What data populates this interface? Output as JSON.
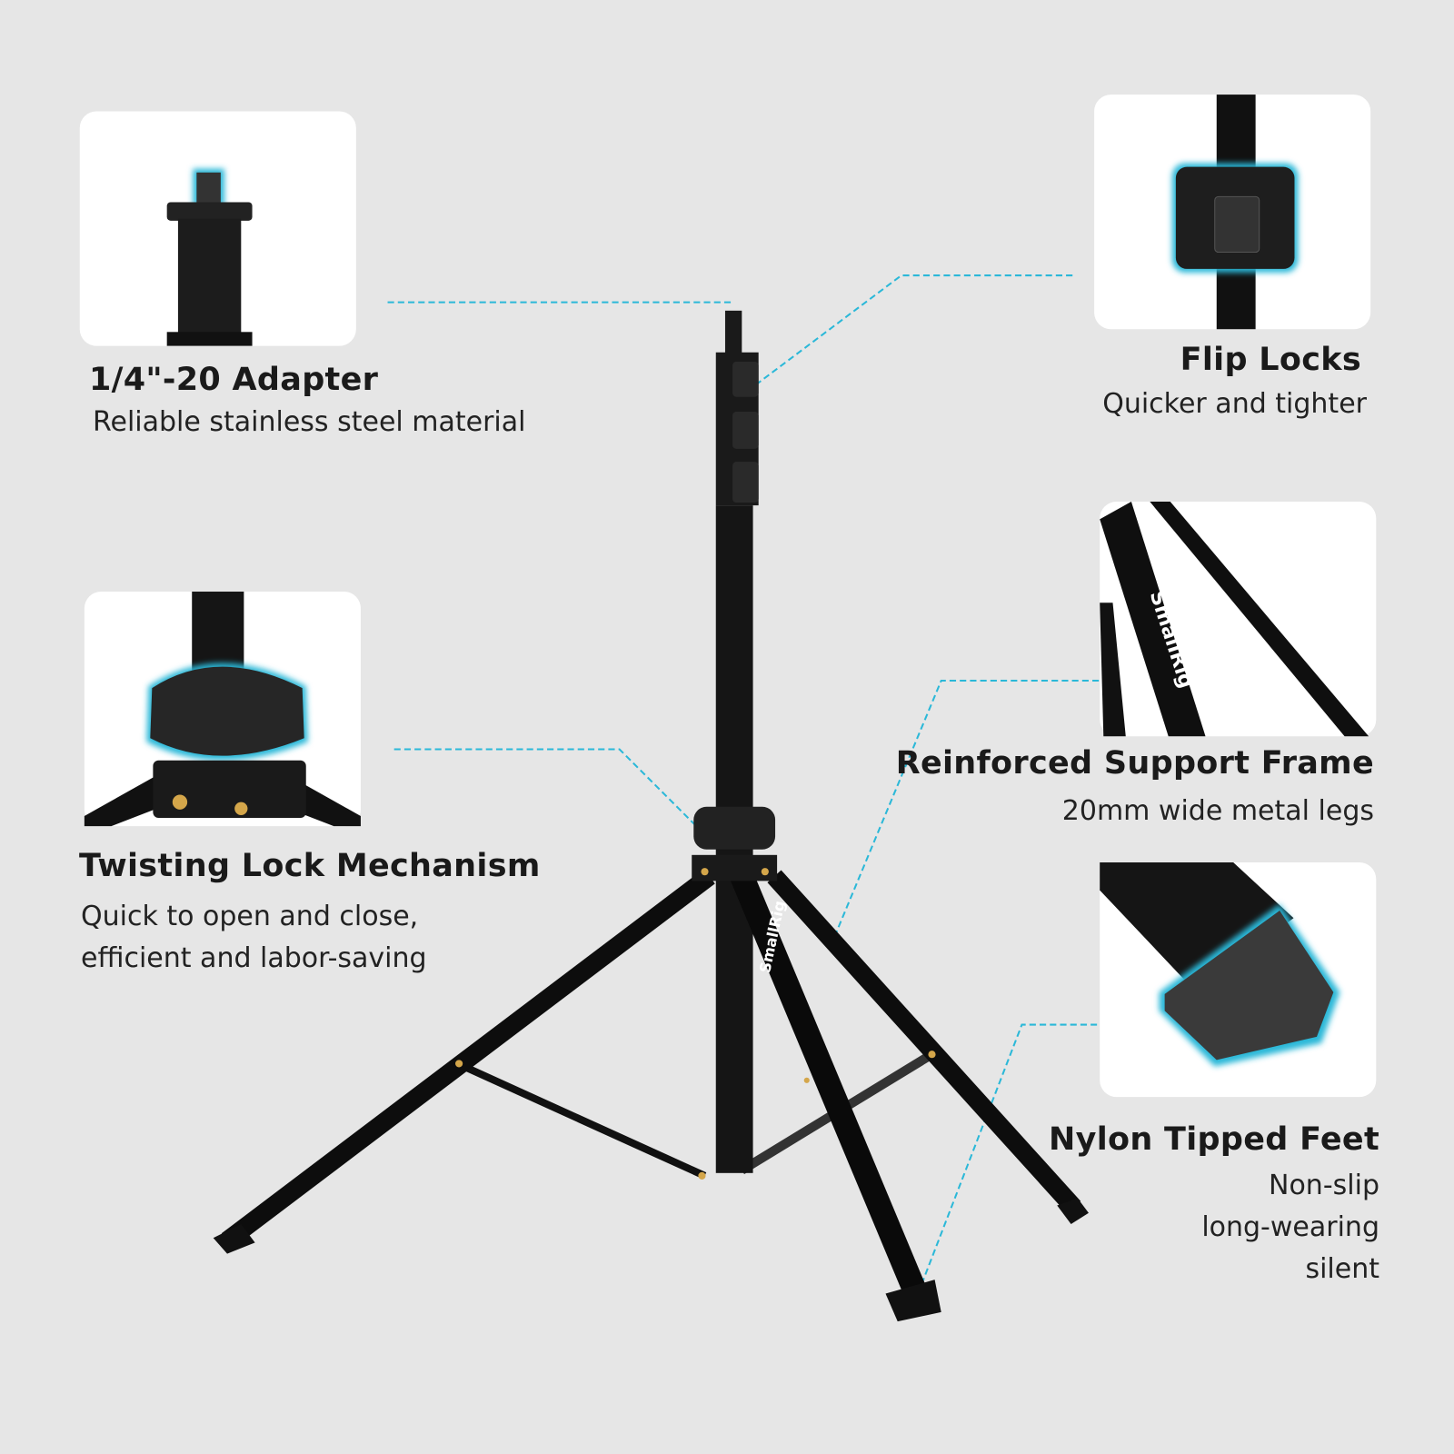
{
  "accent_color": "#2bb8d8",
  "background_color": "#e6e6e6",
  "brand_logo_text": "SmallRig",
  "features": [
    {
      "title": "1/4\"-20 Adapter",
      "lines": [
        "Reliable stainless steel material"
      ]
    },
    {
      "title": "Flip Locks",
      "lines": [
        "Quicker and tighter"
      ]
    },
    {
      "title": "Twisting Lock Mechanism",
      "lines": [
        "Quick to open and close,",
        "efficient and labor-saving"
      ]
    },
    {
      "title": "Reinforced Support Frame",
      "lines": [
        "20mm wide metal legs"
      ]
    },
    {
      "title": "Nylon Tipped Feet",
      "lines": [
        "Non-slip",
        "long-wearing",
        "silent"
      ]
    }
  ]
}
